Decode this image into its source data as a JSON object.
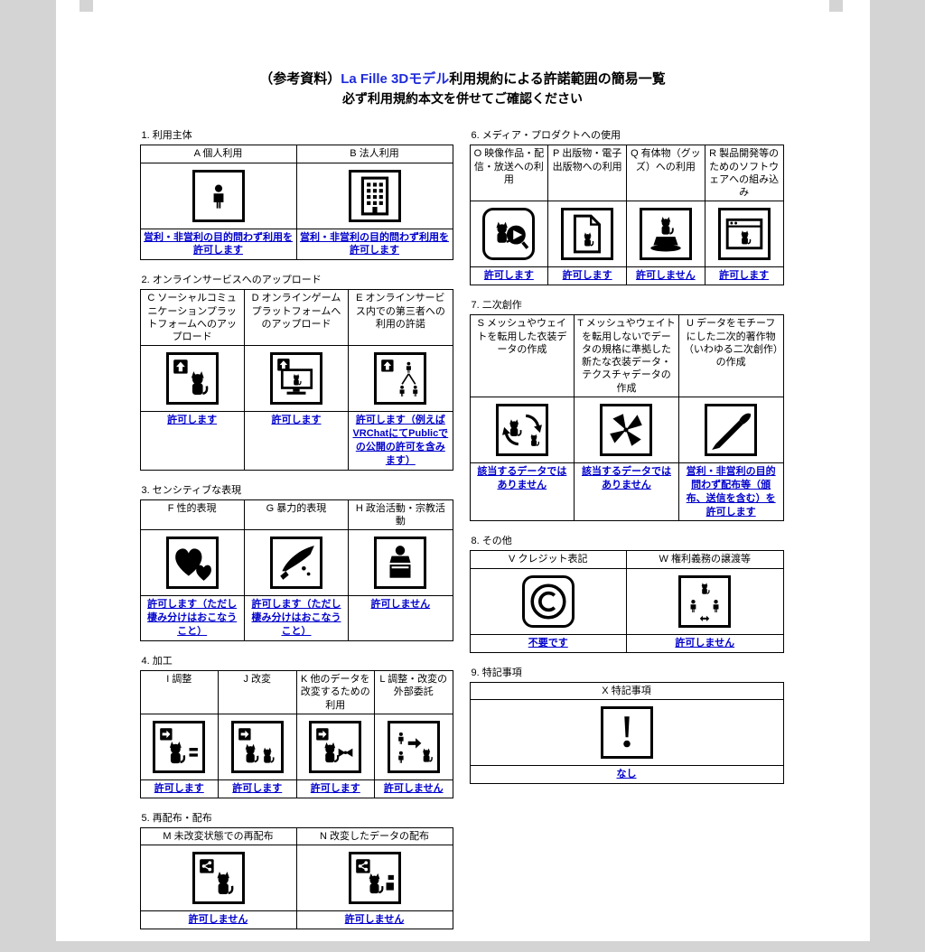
{
  "title": {
    "prefix": "（参考資料）",
    "brand": "La Fille 3Dモデル",
    "suffix": "利用規約による許諾範囲の簡易一覧",
    "subtitle": "必ず利用規約本文を併せてご確認ください"
  },
  "colors": {
    "title_accent": "#1f2bdb",
    "result_text": "#0000cc",
    "page_bg": "#ffffff",
    "canvas_bg": "#d4d4d4"
  },
  "sections": [
    {
      "label": "1. 利用主体",
      "cells": [
        {
          "header": "A 個人利用",
          "icon": "person-icon",
          "result": "営利・非営利の目的問わず利用を許可します"
        },
        {
          "header": "B 法人利用",
          "icon": "building-icon",
          "result": "営利・非営利の目的問わず利用を許可します"
        }
      ]
    },
    {
      "label": "2. オンラインサービスへのアップロード",
      "cells": [
        {
          "header": "C ソーシャルコミュニケーションプラットフォームへのアップロード",
          "icon": "upload-social-icon",
          "result": "許可します"
        },
        {
          "header": "D オンラインゲームプラットフォームへのアップロード",
          "icon": "upload-game-icon",
          "result": "許可します"
        },
        {
          "header": "E オンラインサービス内での第三者への利用の許諾",
          "icon": "upload-permission-icon",
          "result": "許可します（例えばVRChatにてPublicでの公開の許可を含みます）"
        }
      ]
    },
    {
      "label": "3. センシティブな表現",
      "cells": [
        {
          "header": "F 性的表現",
          "icon": "hearts-icon",
          "result": "許可します（ただし棲み分けはおこなうこと）"
        },
        {
          "header": "G 暴力的表現",
          "icon": "knife-icon",
          "result": "許可します（ただし棲み分けはおこなうこと）"
        },
        {
          "header": "H 政治活動・宗教活動",
          "icon": "podium-icon",
          "result": "許可しません"
        }
      ]
    },
    {
      "label": "4. 加工",
      "cells": [
        {
          "header": "I 調整",
          "icon": "adjust-icon",
          "result": "許可します"
        },
        {
          "header": "J 改変",
          "icon": "modify-icon",
          "result": "許可します"
        },
        {
          "header": "K 他のデータを改変するための利用",
          "icon": "modify-other-data-icon",
          "result": "許可します"
        },
        {
          "header": "L 調整・改変の外部委託",
          "icon": "outsource-icon",
          "result": "許可しません"
        }
      ]
    },
    {
      "label": "5. 再配布・配布",
      "cells": [
        {
          "header": "M 未改変状態での再配布",
          "icon": "redistribute-icon",
          "result": "許可しません"
        },
        {
          "header": "N 改変したデータの配布",
          "icon": "distribute-modified-icon",
          "result": "許可しません"
        }
      ]
    },
    {
      "label": "6. メディア・プロダクトへの使用",
      "cells": [
        {
          "header": "O 映像作品・配信・放送への利用",
          "icon": "video-icon",
          "result": "許可します"
        },
        {
          "header": "P 出版物・電子出版物への利用",
          "icon": "publication-icon",
          "result": "許可します"
        },
        {
          "header": "Q 有体物（グッズ）への利用",
          "icon": "goods-icon",
          "result": "許可しません"
        },
        {
          "header": "R 製品開発等のためのソフトウェアへの組み込み",
          "icon": "software-icon",
          "result": "許可します"
        }
      ]
    },
    {
      "label": "7. 二次創作",
      "cells": [
        {
          "header": "S メッシュやウェイトを転用した衣装データの作成",
          "icon": "mesh-reuse-icon",
          "result": "該当するデータではありません"
        },
        {
          "header": "T メッシュやウェイトを転用しないでデータの規格に準拠した新たな衣装データ・テクスチャデータの作成",
          "icon": "new-outfit-data-icon",
          "result": "該当するデータではありません"
        },
        {
          "header": "U データをモチーフにした二次的著作物（いわゆる二次創作）の作成",
          "icon": "derivative-art-icon",
          "result": "営利・非営利の目的問わず配布等（頒布、送信を含む）を許可します"
        }
      ]
    },
    {
      "label": "8. その他",
      "cells": [
        {
          "header": "V クレジット表記",
          "icon": "copyright-icon",
          "result": "不要です"
        },
        {
          "header": "W 権利義務の譲渡等",
          "icon": "rights-transfer-icon",
          "result": "許可しません"
        }
      ]
    },
    {
      "label": "9. 特記事項",
      "cells": [
        {
          "header": "X 特記事項",
          "icon": "exclamation-icon",
          "result": "なし"
        }
      ]
    }
  ]
}
